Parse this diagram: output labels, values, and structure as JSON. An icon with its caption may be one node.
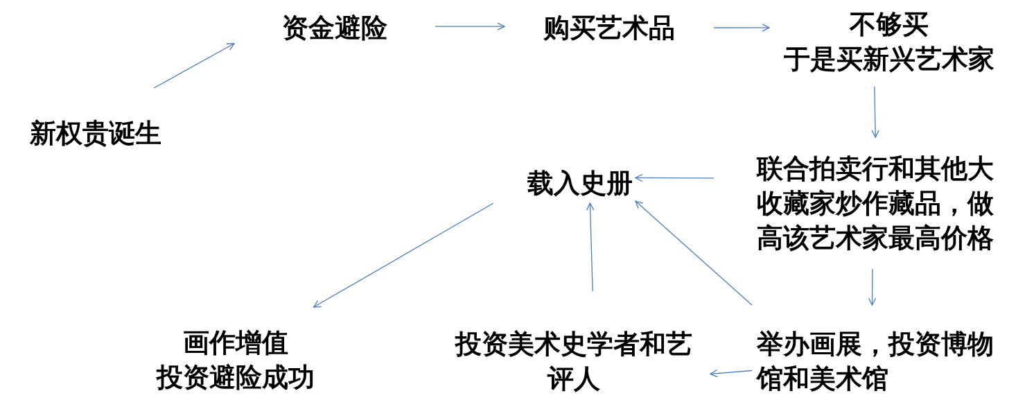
{
  "diagram": {
    "nodes": [
      {
        "text": [
          "新权贵诞生"
        ]
      },
      {
        "text": [
          "资金避险"
        ]
      },
      {
        "text": [
          "购买艺术品"
        ]
      },
      {
        "text": [
          "不够买",
          "于是买新兴艺术家"
        ]
      },
      {
        "text": [
          "联合拍卖行和其他大收藏家炒作藏品，做高该艺术家最高价格"
        ]
      },
      {
        "text": [
          "载入史册"
        ]
      },
      {
        "text": [
          "举办画展，投资博物馆和美术馆"
        ]
      },
      {
        "text": [
          "投资美术史学者和艺评人"
        ]
      },
      {
        "text": [
          "画作增值",
          "投资避险成功"
        ]
      }
    ],
    "edges": [
      {
        "from": 0,
        "to": 1,
        "arrow": "to"
      },
      {
        "from": 1,
        "to": 2,
        "arrow": "to"
      },
      {
        "from": 2,
        "to": 3,
        "arrow": "to"
      },
      {
        "from": 3,
        "to": 4,
        "arrow": "to"
      },
      {
        "from": 4,
        "to": 5,
        "arrow": "to"
      },
      {
        "from": 4,
        "to": 6,
        "arrow": "to"
      },
      {
        "from": 6,
        "to": 7,
        "arrow": "to"
      },
      {
        "from": 7,
        "to": 5,
        "arrow": "to"
      },
      {
        "from": 6,
        "to": 5,
        "arrow": "to"
      },
      {
        "from": 5,
        "to": 8,
        "arrow": "to"
      }
    ]
  }
}
